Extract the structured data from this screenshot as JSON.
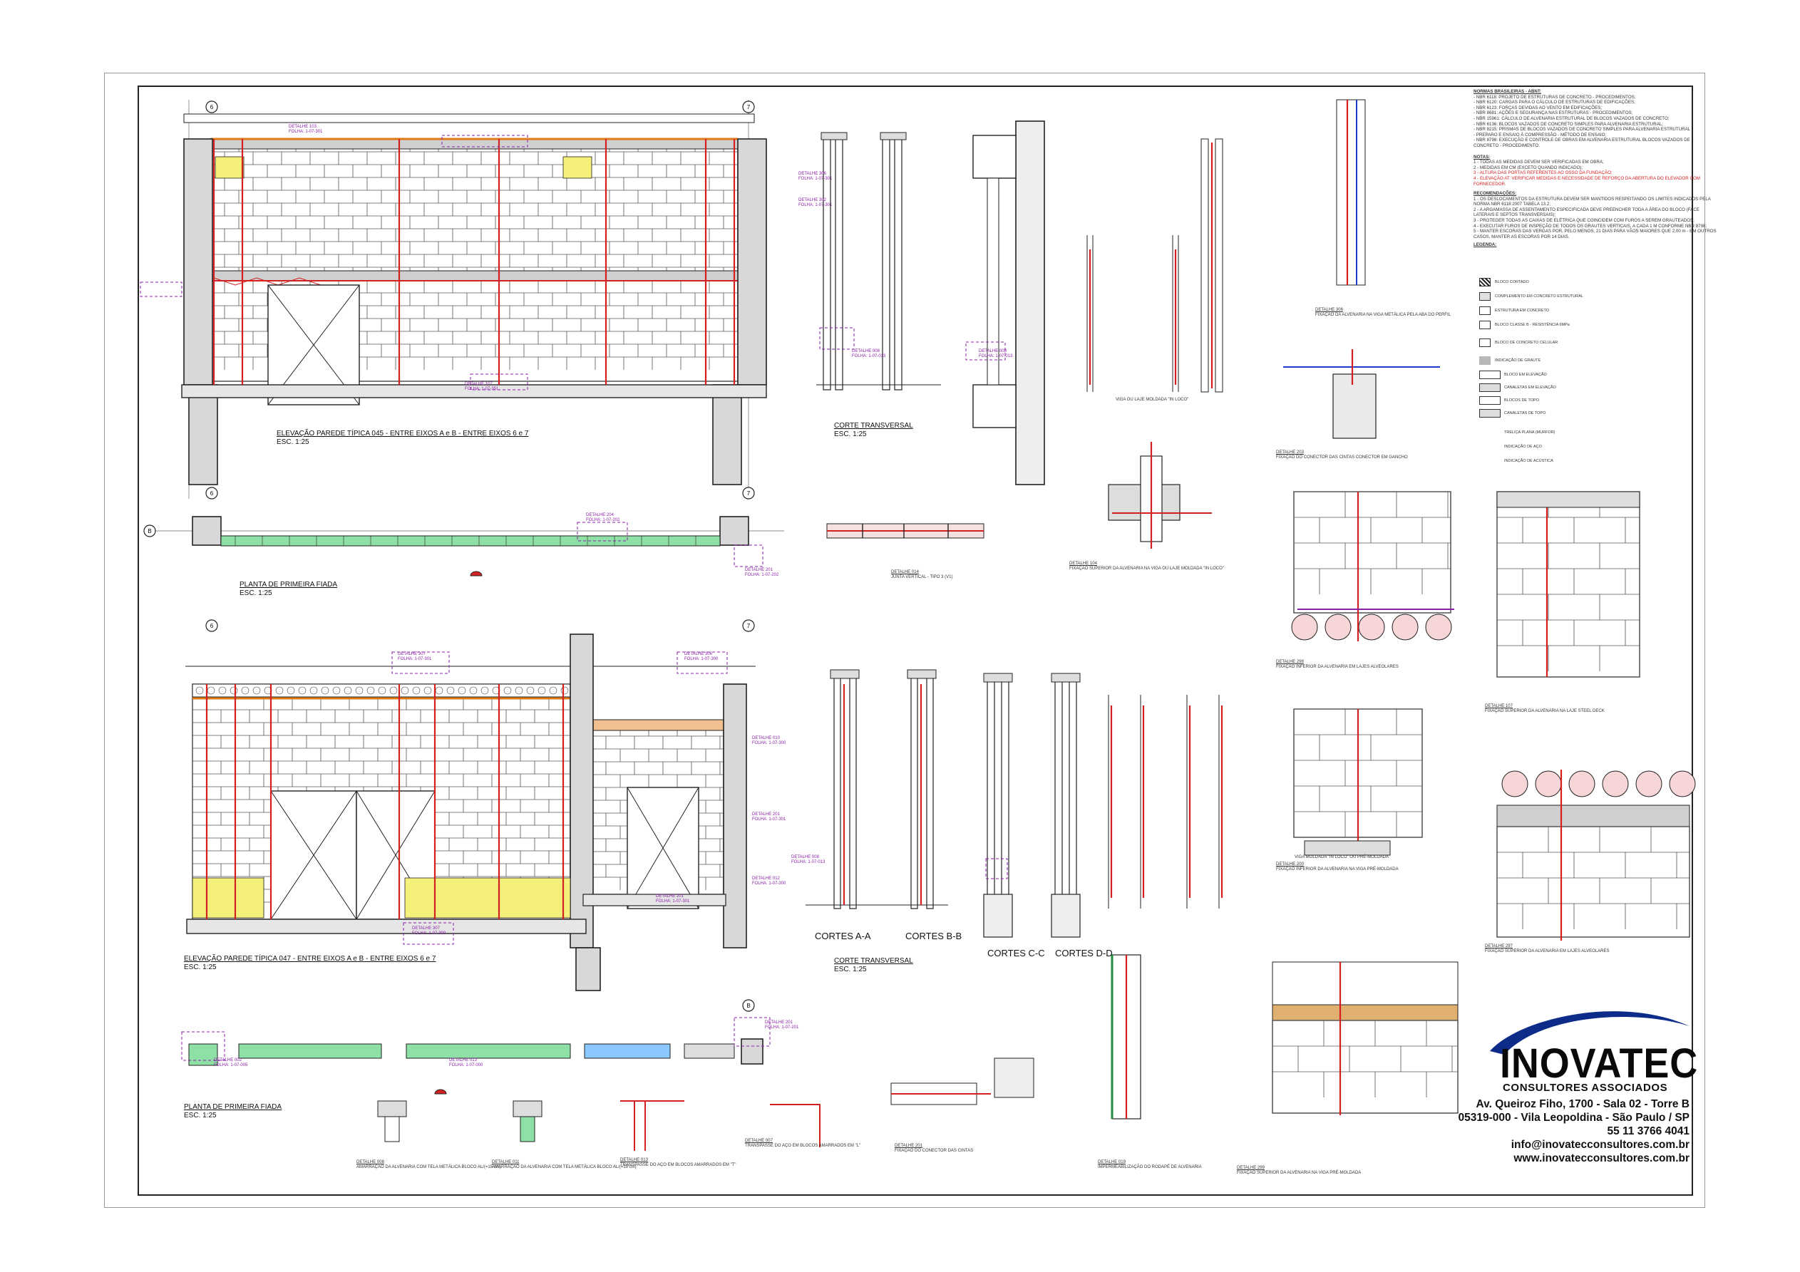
{
  "drawing": {
    "elev045": {
      "title": "ELEVAÇÃO PAREDE TÍPICA 045 - ENTRE EIXOS A e B - ENTRE EIXOS 6 e 7",
      "scale": "ESC. 1:25"
    },
    "elev047": {
      "title": "ELEVAÇÃO PAREDE TÍPICA 047 - ENTRE EIXOS A e B - ENTRE EIXOS 6 e 7",
      "scale": "ESC. 1:25"
    },
    "plan1": {
      "title": "PLANTA DE PRIMEIRA FIADA",
      "scale": "ESC. 1:25"
    },
    "plan2": {
      "title": "PLANTA DE PRIMEIRA FIADA",
      "scale": "ESC. 1:25"
    },
    "corte1": {
      "title": "CORTE TRANSVERSAL",
      "scale": "ESC. 1:25"
    },
    "corte2": {
      "title": "CORTE TRANSVERSAL",
      "scale": "ESC. 1:25"
    },
    "cortes": [
      "CORTES A-A",
      "CORTES B-B",
      "CORTES C-C",
      "CORTES D-D"
    ],
    "vigaLabel": "VIGA OU LAJE MOLDADA \"IN LOCO\"",
    "vigaPre": "VIGA MOLDADA \"IN LOCO\" OU PRÉ-MOLDADA",
    "callouts": [
      {
        "t1": "DETALHE 306",
        "t2": "FOLHA: 1-07-301"
      },
      {
        "t1": "DETALHE 302",
        "t2": "FOLHA: 1-07-301"
      },
      {
        "t1": "DETALHE 103",
        "t2": "FOLHA: 1-07-301"
      },
      {
        "t1": "DETALHE 107",
        "t2": "FOLHA: 1-07-351"
      },
      {
        "t1": "DETALHE 204",
        "t2": "FOLHA: 1-07-202"
      },
      {
        "t1": "DETALHE 201",
        "t2": "FOLHA: 1-07-202"
      },
      {
        "t1": "DETALHE 008",
        "t2": "FOLHA: 1-07-013"
      },
      {
        "t1": "DETALHE 307",
        "t2": "FOLHA: 1-07-301"
      },
      {
        "t1": "DETALHE 008",
        "t2": "FOLHA: 1-07-013"
      },
      {
        "t1": "DETALHE 307",
        "t2": "FOLHA: 1-07-300"
      },
      {
        "t1": "DETALHE 306",
        "t2": "FOLHA: 1-07-300"
      },
      {
        "t1": "DETALHE 010",
        "t2": "FOLHA: 1-07-300"
      },
      {
        "t1": "DETALHE 201",
        "t2": "FOLHA: 1-07-301"
      },
      {
        "t1": "DETALHE 008",
        "t2": "FOLHA: 1-07-013"
      },
      {
        "t1": "DETALHE 012",
        "t2": "FOLHA: 1-07-300"
      },
      {
        "t1": "DETALHE 201",
        "t2": "FOLHA: 1-07-301"
      },
      {
        "t1": "DETALHE 002",
        "t2": "FOLHA: 1-07-005"
      },
      {
        "t1": "DETALHE 013",
        "t2": "FOLHA: 1-07-000"
      },
      {
        "t1": "DETALHE 201",
        "t2": "FOLHA: 1-07-201"
      }
    ],
    "details": [
      {
        "t1": "DETALHE 014",
        "t2": "JUNTA VERTICAL - TIPO 3 (V1)"
      },
      {
        "t1": "DETALHE 104",
        "t2": "FIXAÇÃO SUPERIOR DA ALVENARIA NA VIGA OU LAJE MOLDADA \"IN LOCO\""
      },
      {
        "t1": "DETALHE 203",
        "t2": "FIXAÇÃO DO CONECTOR DAS CINTAS CONECTOR EM GANCHO"
      },
      {
        "t1": "DETALHE 306",
        "t2": "FIXAÇÃO DA ALVENARIA NA VIGA METÁLICA PELA ABA DO PERFIL"
      },
      {
        "t1": "DETALHE 298",
        "t2": "FIXAÇÃO INFERIOR DA ALVENARIA EM LAJES ALVEOLARES"
      },
      {
        "t1": "DETALHE 107",
        "t2": "FIXAÇÃO SUPERIOR DA ALVENARIA NA LAJE STEEL DECK"
      },
      {
        "t1": "DETALHE 200",
        "t2": "FIXAÇÃO INFERIOR DA ALVENARIA NA VIGA PRÉ-MOLDADA"
      },
      {
        "t1": "DETALHE 297",
        "t2": "FIXAÇÃO SUPERIOR DA ALVENARIA EM LAJES ALVEOLARES"
      },
      {
        "t1": "DETALHE 008",
        "t2": "AMARRAÇÃO DA ALVENARIA COM TELA METÁLICA BLOCO AL/(=15 cm)"
      },
      {
        "t1": "DETALHE 011",
        "t2": "AMARRAÇÃO DA ALVENARIA COM TELA METÁLICA BLOCO AL/(=19 cm)"
      },
      {
        "t1": "DETALHE 013",
        "t2": "TRANSPASSE DO AÇO EM BLOCOS AMARRADOS EM \"T\""
      },
      {
        "t1": "DETALHE 007",
        "t2": "TRANSPASSE DO AÇO EM BLOCOS AMARRADOS EM \"L\""
      },
      {
        "t1": "DETALHE 201",
        "t2": "FIXAÇÃO DO CONECTOR DAS CINTAS"
      },
      {
        "t1": "DETALHE 019",
        "t2": "IMPERMEABILIZAÇÃO DO RODAPÉ DE ALVENARIA"
      },
      {
        "t1": "DETALHE 299",
        "t2": "FIXAÇÃO SUPERIOR DA ALVENARIA NA VIGA PRÉ-MOLDADA"
      }
    ]
  },
  "notes": {
    "normas_title": "NORMAS BRASILEIRAS - ABNT:",
    "normas": [
      "- NBR 6118: PROJETO DE ESTRUTURAS DE CONCRETO - PROCEDIMENTOS;",
      "- NBR 6120: CARGAS PARA O CÁLCULO DE ESTRUTURAS DE EDIFICAÇÕES;",
      "- NBR 6123: FORÇAS DEVIDAS AO VENTO EM EDIFICAÇÕES;",
      "- NBR 8681: AÇÕES E SEGURANÇA NAS ESTRUTURAS - PROCEDIMENTOS;",
      "- NBR 15961: CÁLCULO DE ALVENARIA ESTRUTURAL DE BLOCOS VAZADOS DE CONCRETO;",
      "- NBR 6136: BLOCOS VAZADOS DE CONCRETO SIMPLES PARA ALVENARIA ESTRUTURAL;",
      "- NBR 8215: PRISMAS DE BLOCOS VAZADOS DE CONCRETO SIMPLES PARA ALVENARIA ESTRUTURAL",
      "  - PREPARO E ENSAIO À COMPRESSÃO - MÉTODO DE ENSAIO;",
      "- NBR 8798: EXECUÇÃO E CONTROLE DE OBRAS EM ALVENARIA ESTRUTURAL BLOCOS VAZADOS DE",
      "  CONCRETO - PROCEDIMENTO."
    ],
    "notas_title": "NOTAS:",
    "notas": [
      "1 - TODAS AS MEDIDAS DEVEM SER VERIFICADAS EM OBRA;",
      "2 - MEDIDAS EM CM (EXCETO QUANDO INDICADO);",
      "3 - ALTURA DAS PORTAS REFERENTES AO OSSO DA FUNDAÇÃO;",
      "4 - ELEVAÇÃO AT: VERIFICAR MEDIDAS E NECESSIDADE DE REFORÇO DA ABERTURA DO ELEVADOR COM",
      "  FORNECEDOR."
    ],
    "recom_title": "RECOMENDAÇÕES:",
    "recom": [
      "1 - OS DESLOCAMENTOS DA ESTRUTURA DEVEM SER MANTIDOS RESPEITANDO OS LIMITES INDICADOS PELA",
      "NORMA NBR 6118:2007 TABELA 13.2;",
      "2 - A ARGAMASSA DE ASSENTAMENTO ESPECIFICADA DEVE PREENCHER TODA A ÁREA DO BLOCO (FACE",
      "LATERAIS E SEPTOS TRANSVERSAIS);",
      "3 - PROTEGER TODAS AS CAIXAS DE ELÉTRICA QUE COINCIDEM COM FUROS A SEREM GRAUTEADOS;",
      "4 - EXECUTAR FUROS DE INSPEÇÃO DE TODOS OS GRAUTES VERTICAIS, A CADA 1 M CONFORME NBR 8798;",
      "5 - MANTER ESCORAS DAS VERGAS POR, PELO MENOS, 21 DIAS PARA VÃOS MAIORES QUE 2,00 m - EM OUTROS",
      "CASOS, MANTER AS ESCORAS POR 14 DIAS."
    ],
    "legenda_title": "LEGENDA:",
    "legend": [
      "BLOCO CORTADO",
      "COMPLEMENTO EM CONCRETO ESTRUTURAL",
      "ESTRUTURA EM CONCRETO",
      "BLOCO CLASSE B - RESISTÊNCIA 6MPa",
      "BLOCO DE CONCRETO CELULAR",
      "INDICAÇÃO DE GRAUTE",
      "BLOCO EM ELEVAÇÃO",
      "CANALETAS EM ELEVAÇÃO",
      "BLOCOS DE TOPO",
      "CANALETAS DE TOPO",
      "TRELIÇA PLANA (MURFOR)",
      "INDICAÇÃO DE AÇO",
      "INDICAÇÃO DE ACÚSTICA"
    ]
  },
  "company": {
    "name": "INOVATEC",
    "sub": "CONSULTORES ASSOCIADOS",
    "address1": "Av. Queiroz Fiho, 1700 - Sala 02 - Torre B",
    "address2": "05319-000 - Vila Leopoldina - São Paulo / SP",
    "phone": "55 11 3766 4041",
    "email": "info@inovatecconsultores.com.br",
    "web": "www.inovatecconsultores.com.br"
  },
  "colors": {
    "brick": "#444444",
    "concrete": "#d8d8d8",
    "steel": "#d32020",
    "dim": "#8a1fa8",
    "yellow": "#f5f07a",
    "green": "#8fe0a6",
    "brand": "#0d2c8a"
  }
}
